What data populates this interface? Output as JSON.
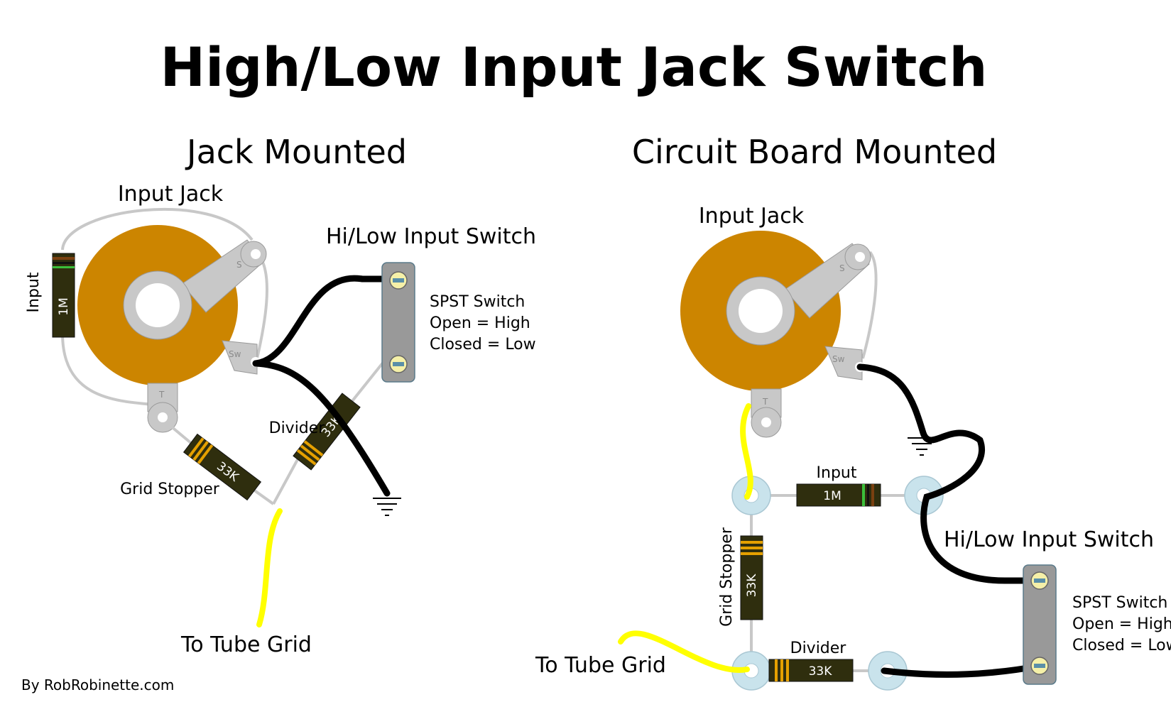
{
  "title": "High/Low Input Jack Switch",
  "left": {
    "heading": "Jack Mounted",
    "jack_label": "Input Jack",
    "switch_label": "Hi/Low Input Switch",
    "switch_desc": [
      "SPST Switch",
      "Open = High",
      "Closed = Low"
    ],
    "input_resistor_label": "Input",
    "input_resistor_value": "1M",
    "divider_label": "Divider",
    "divider_value": "33K",
    "grid_stopper_label": "Grid Stopper",
    "grid_stopper_value": "33K",
    "tube_grid_label": "To Tube Grid",
    "jack_tabs": [
      "S",
      "Sw",
      "T"
    ]
  },
  "right": {
    "heading": "Circuit Board Mounted",
    "jack_label": "Input Jack",
    "switch_label": "Hi/Low Input Switch",
    "switch_desc": [
      "SPST Switch",
      "Open = High",
      "Closed = Low"
    ],
    "input_resistor_label": "Input",
    "input_resistor_value": "1M",
    "divider_label": "Divider",
    "divider_value": "33K",
    "grid_stopper_label": "Grid Stopper",
    "grid_stopper_value": "33K",
    "tube_grid_label": "To Tube Grid",
    "jack_tabs": [
      "S",
      "Sw",
      "T"
    ]
  },
  "credit": "By RobRobinette.com",
  "colors": {
    "jack_body": "#cc8500",
    "jack_ring": "#c8c8c8",
    "resistor_body": "#2f2e0e",
    "resistor_band": "#e5a000",
    "wire_black": "#000000",
    "wire_yellow": "#ffff00",
    "wire_gray": "#c8c8c8",
    "switch_body": "#999999",
    "eyelet": "#c9e3ec"
  }
}
